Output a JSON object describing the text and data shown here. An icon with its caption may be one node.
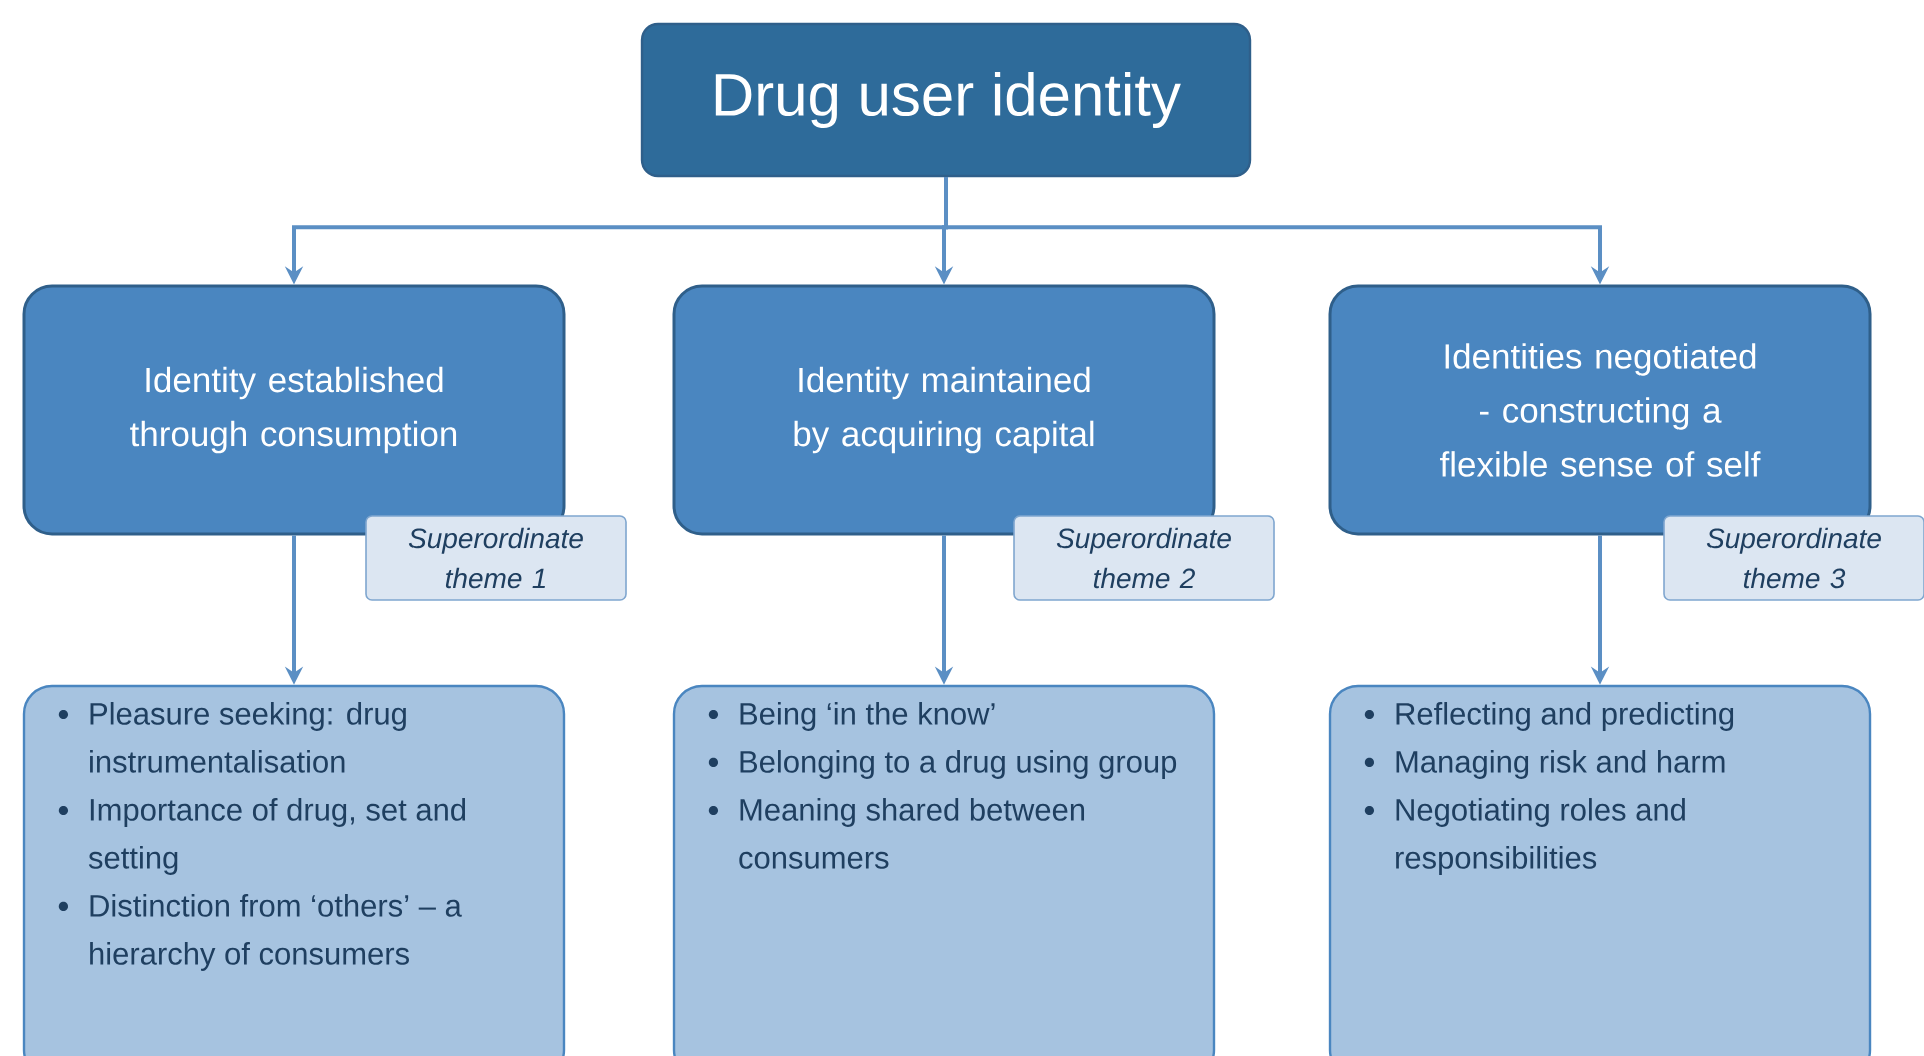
{
  "diagram": {
    "nodes": [
      {
        "text": [
          "Drug user identity"
        ]
      },
      {
        "text": [
          "Identity established through consumption"
        ]
      },
      {
        "text": [
          "Identity maintained by acquiring capital"
        ]
      },
      {
        "text": [
          "Identities negotiated - constructing a flexible sense of self"
        ]
      },
      {
        "text": [
          "Superordinate theme 1"
        ]
      },
      {
        "text": [
          "Superordinate theme 2"
        ]
      },
      {
        "text": [
          "Superordinate theme 3"
        ]
      },
      {
        "text": [
          "Pleasure seeking: drug instrumentalisation",
          "Importance of drug, set and setting",
          "Distinction from ‘others’ – a hierarchy of consumers"
        ]
      },
      {
        "text": [
          "Being ‘in the know’",
          "Belonging to a drug using group",
          "Meaning shared between consumers"
        ]
      },
      {
        "text": [
          "Reflecting and predicting",
          "Managing risk and harm",
          "Negotiating roles and responsibilities"
        ]
      }
    ],
    "edges": [
      {
        "from": 0,
        "to": 1,
        "arrow": "to"
      },
      {
        "from": 0,
        "to": 2,
        "arrow": "to"
      },
      {
        "from": 0,
        "to": 3,
        "arrow": "to"
      },
      {
        "from": 1,
        "to": 7,
        "arrow": "to"
      },
      {
        "from": 2,
        "to": 8,
        "arrow": "to"
      },
      {
        "from": 3,
        "to": 9,
        "arrow": "to"
      }
    ]
  }
}
